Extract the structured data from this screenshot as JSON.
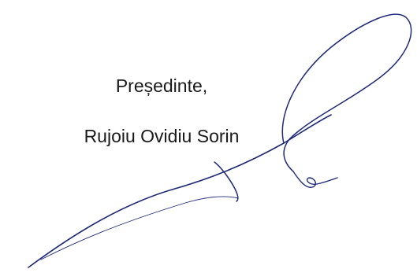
{
  "signatory": {
    "role": "Președinte,",
    "name": "Rujoiu Ovidiu Sorin"
  },
  "signature": {
    "ink_color": "#1f2a7a",
    "icon": "handwritten-signature"
  }
}
